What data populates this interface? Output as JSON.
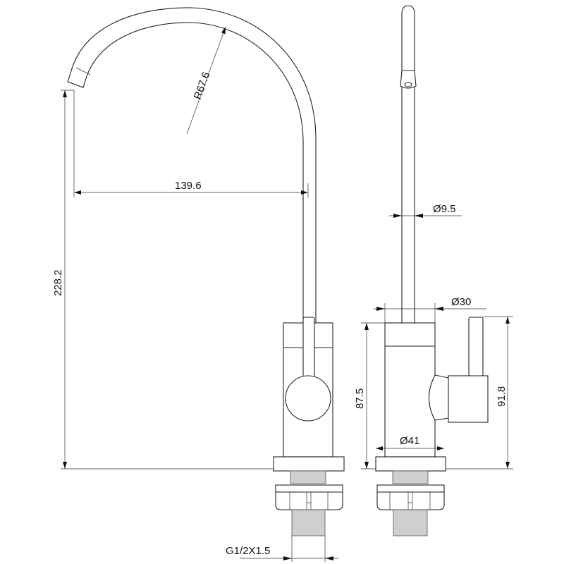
{
  "drawing": {
    "front_view": {
      "radius_label": "R67.6",
      "reach_label": "139.6",
      "height_label": "228.2",
      "thread_label": "G1/2X1.5"
    },
    "side_view": {
      "spout_diameter_label": "Ø9.5",
      "body_top_diameter_label": "Ø30",
      "base_diameter_label": "Ø41",
      "body_height_label": "87.5",
      "handle_height_label": "91.8"
    }
  }
}
